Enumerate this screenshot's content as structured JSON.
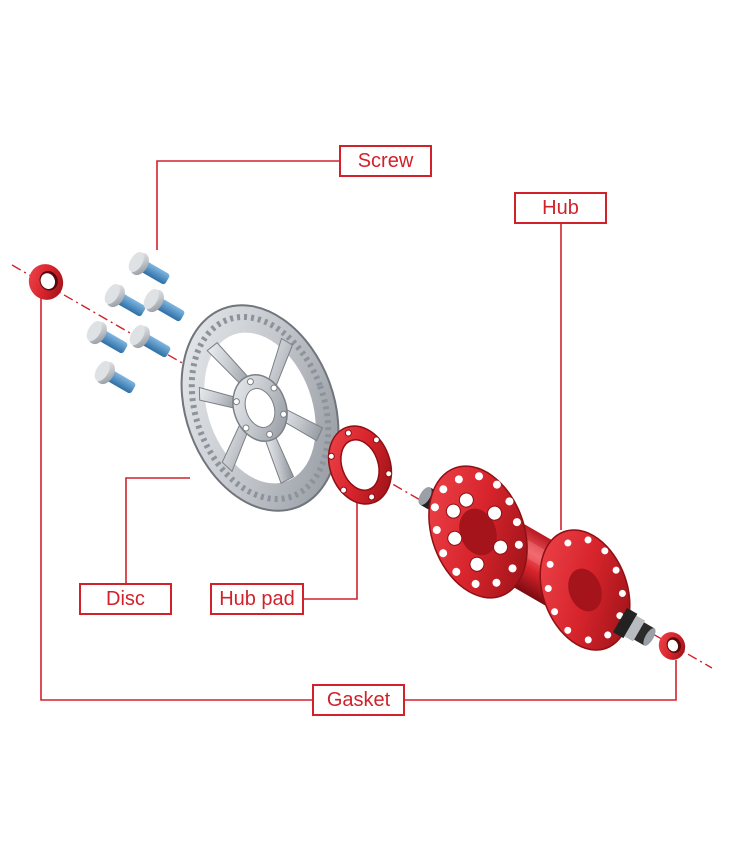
{
  "labels": {
    "screw": "Screw",
    "hub": "Hub",
    "disc": "Disc",
    "hub_pad": "Hub pad",
    "gasket": "Gasket"
  },
  "colors": {
    "callout": "#d1222b",
    "part_red": "#d8242c",
    "part_red_dark": "#8e0f14",
    "steel": "#c9ccd0",
    "steel_dark": "#7b8087",
    "screw_thread": "#4a90c8"
  }
}
